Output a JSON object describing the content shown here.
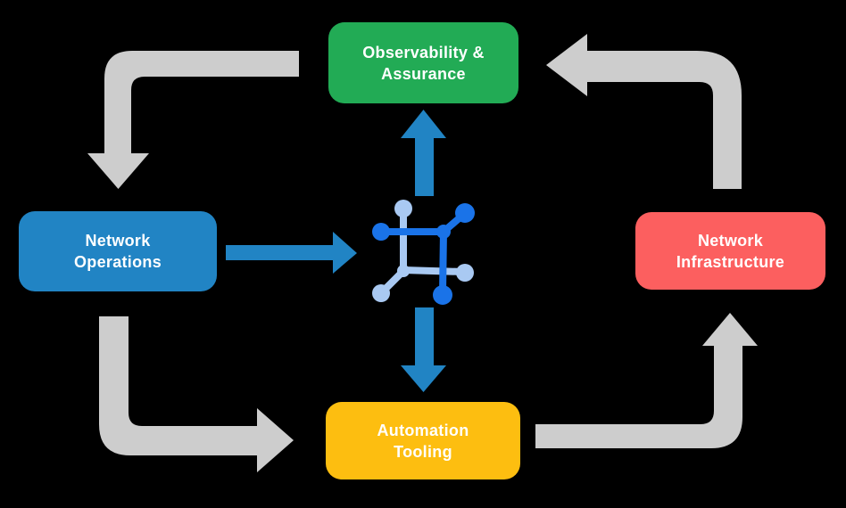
{
  "diagram": {
    "title": "Network automation lifecycle diagram",
    "background_color": "#000000",
    "text_color": "#ffffff",
    "colors": {
      "green": "#22ab55",
      "blue": "#2184c4",
      "red": "#fc5f5f",
      "yellow": "#fdbe10",
      "gray_arrow": "#cdcdcd",
      "blue_arrow": "#2184c4",
      "icon_dark_blue": "#1a73e8",
      "icon_light_blue": "#a9c9f2"
    },
    "nodes": [
      {
        "id": "observability-assurance",
        "line1": "Observability &",
        "line2": "Assurance",
        "color": "#22ab55",
        "position": "top-center"
      },
      {
        "id": "network-operations",
        "line1": "Network",
        "line2": "Operations",
        "color": "#2184c4",
        "position": "middle-left"
      },
      {
        "id": "network-infrastructure",
        "line1": "Network",
        "line2": "Infrastructure",
        "color": "#fc5f5f",
        "position": "middle-right"
      },
      {
        "id": "automation-tooling",
        "line1": "Automation",
        "line2": "Tooling",
        "color": "#fdbe10",
        "position": "bottom-center"
      }
    ],
    "center_icon": {
      "name": "network-fabric-icon",
      "dark_color": "#1a73e8",
      "light_color": "#a9c9f2"
    },
    "flows": [
      {
        "from": "observability-assurance",
        "to": "network-operations",
        "style": "gray-elbow"
      },
      {
        "from": "network-operations",
        "to": "automation-tooling",
        "style": "gray-elbow"
      },
      {
        "from": "automation-tooling",
        "to": "network-infrastructure",
        "style": "gray-elbow"
      },
      {
        "from": "network-infrastructure",
        "to": "observability-assurance",
        "style": "gray-elbow"
      },
      {
        "from": "network-operations",
        "to": "center-icon",
        "style": "blue-straight"
      },
      {
        "from": "center-icon",
        "to": "observability-assurance",
        "style": "blue-straight"
      },
      {
        "from": "center-icon",
        "to": "automation-tooling",
        "style": "blue-straight"
      }
    ]
  }
}
